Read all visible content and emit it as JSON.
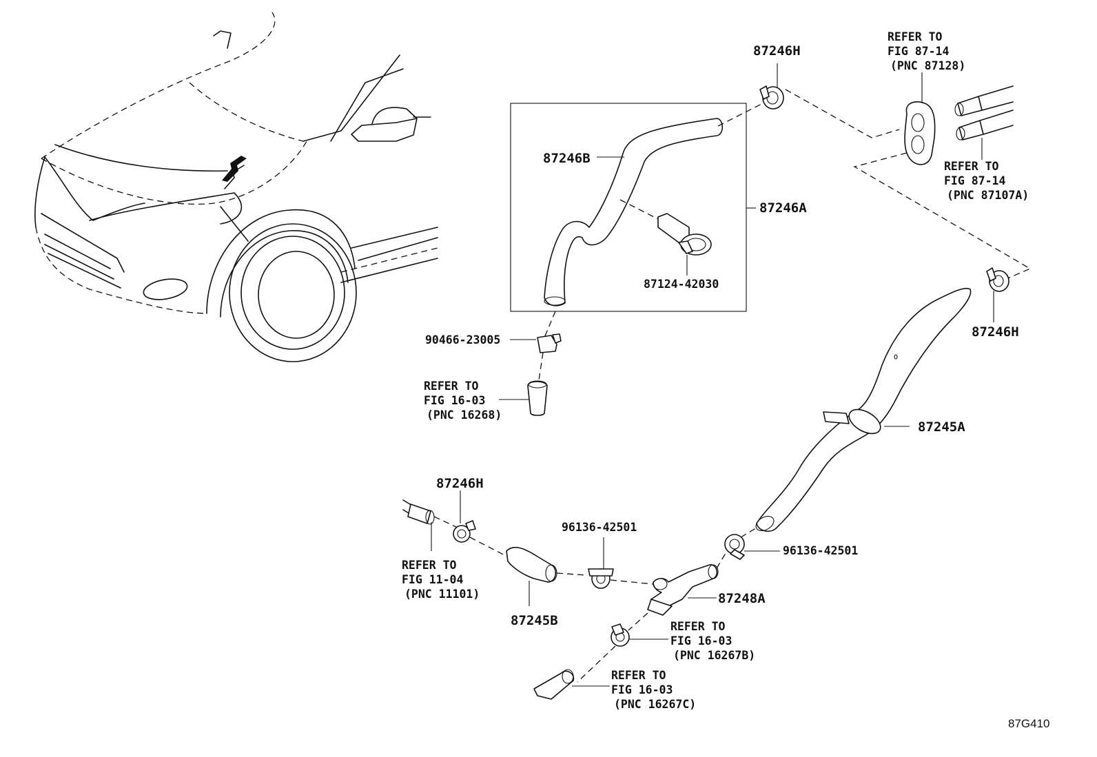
{
  "diagram": {
    "figure_code": "87G410",
    "labels": {
      "p87246H_top": "87246H",
      "p87246H_right": "87246H",
      "p87246H_bottom": "87246H",
      "p87246B": "87246B",
      "p87246A": "87246A",
      "p87124": "87124-42030",
      "p90466": "90466-23005",
      "p87245A": "87245A",
      "p87245B": "87245B",
      "p96136_left": "96136-42501",
      "p96136_right": "96136-42501",
      "p87248A": "87248A"
    },
    "refs": {
      "r87128": [
        "REFER TO",
        "FIG 87-14",
        "(PNC 87128)"
      ],
      "r87107A": [
        "REFER TO",
        "FIG 87-14",
        "(PNC 87107A)"
      ],
      "r16268": [
        "REFER TO",
        "FIG 16-03",
        "(PNC 16268)"
      ],
      "r11101": [
        "REFER TO",
        "FIG 11-04",
        "(PNC 11101)"
      ],
      "r16267B": [
        "REFER TO",
        "FIG 16-03",
        "(PNC 16267B)"
      ],
      "r16267C": [
        "REFER TO",
        "FIG 16-03",
        "(PNC 16267C)"
      ]
    }
  }
}
